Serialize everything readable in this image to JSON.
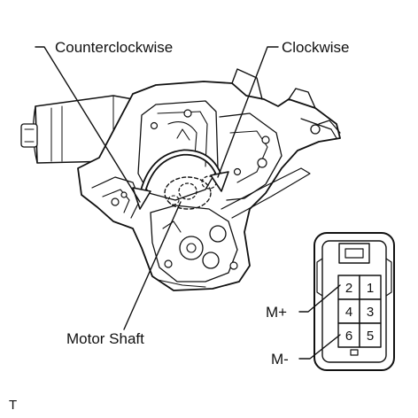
{
  "callouts": {
    "counterclockwise": "Counterclockwise",
    "clockwise": "Clockwise",
    "motor_shaft": "Motor Shaft"
  },
  "connector": {
    "terminals": {
      "t1": "1",
      "t2": "2",
      "t3": "3",
      "t4": "4",
      "t5": "5",
      "t6": "6"
    },
    "m_plus": "M+",
    "m_minus": "M-"
  },
  "corner_mark": "T"
}
